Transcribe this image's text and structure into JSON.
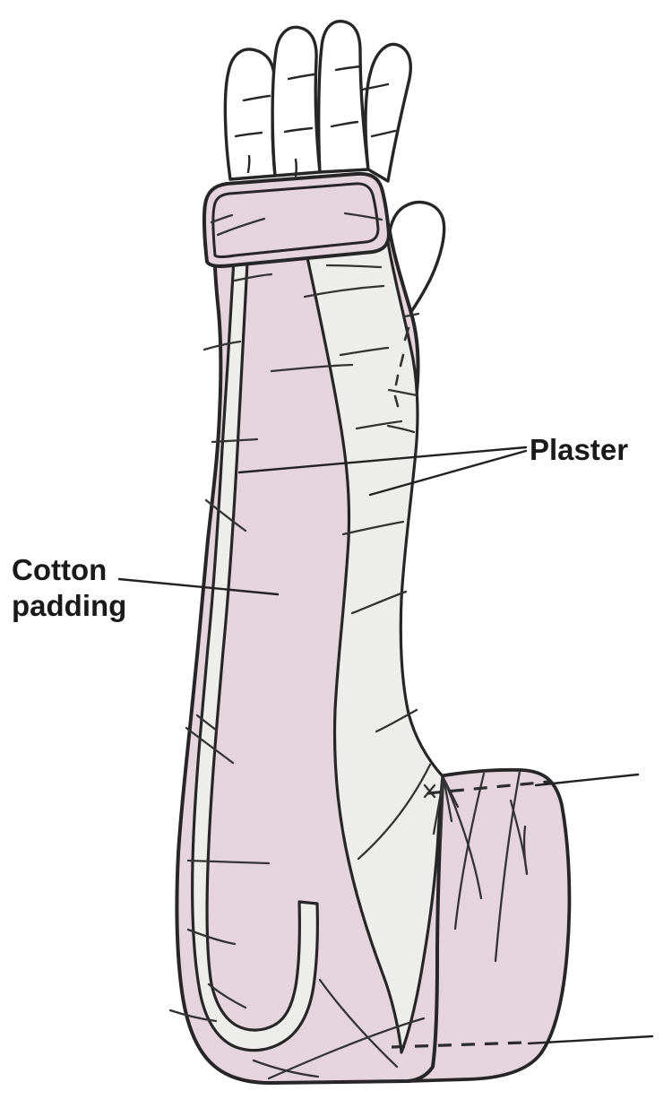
{
  "figure": {
    "labels": {
      "plaster": "Plaster",
      "cotton_line1": "Cotton",
      "cotton_line2": "padding"
    },
    "colors": {
      "background": "#ffffff",
      "padding_pink": "#e6d4dd",
      "plaster_gray": "#ededec",
      "skin_white": "#ffffff",
      "outline_dark": "#2b2b2b",
      "texture_line": "#333333",
      "label_text": "#1a1a1a"
    }
  }
}
